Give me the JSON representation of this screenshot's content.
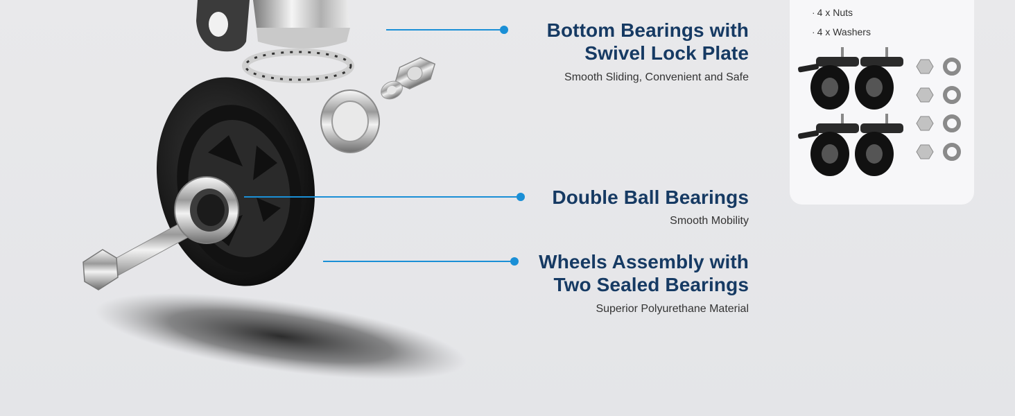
{
  "callouts": [
    {
      "title_line1": "Bottom Bearings with",
      "title_line2": "Swivel Lock Plate",
      "subtitle": "Smooth Sliding, Convenient and Safe"
    },
    {
      "title_line1": "Double Ball Bearings",
      "subtitle": "Smooth Mobility"
    },
    {
      "title_line1": "Wheels Assembly with",
      "title_line2": "Two Sealed Bearings",
      "subtitle": "Superior Polyurethane Material"
    }
  ],
  "package": {
    "items": [
      {
        "label": "4 x Nuts"
      },
      {
        "label": "4 x Washers"
      }
    ],
    "bullet": "·"
  },
  "colors": {
    "accent": "#1a8fd6",
    "heading": "#163a63",
    "text": "#333333"
  }
}
